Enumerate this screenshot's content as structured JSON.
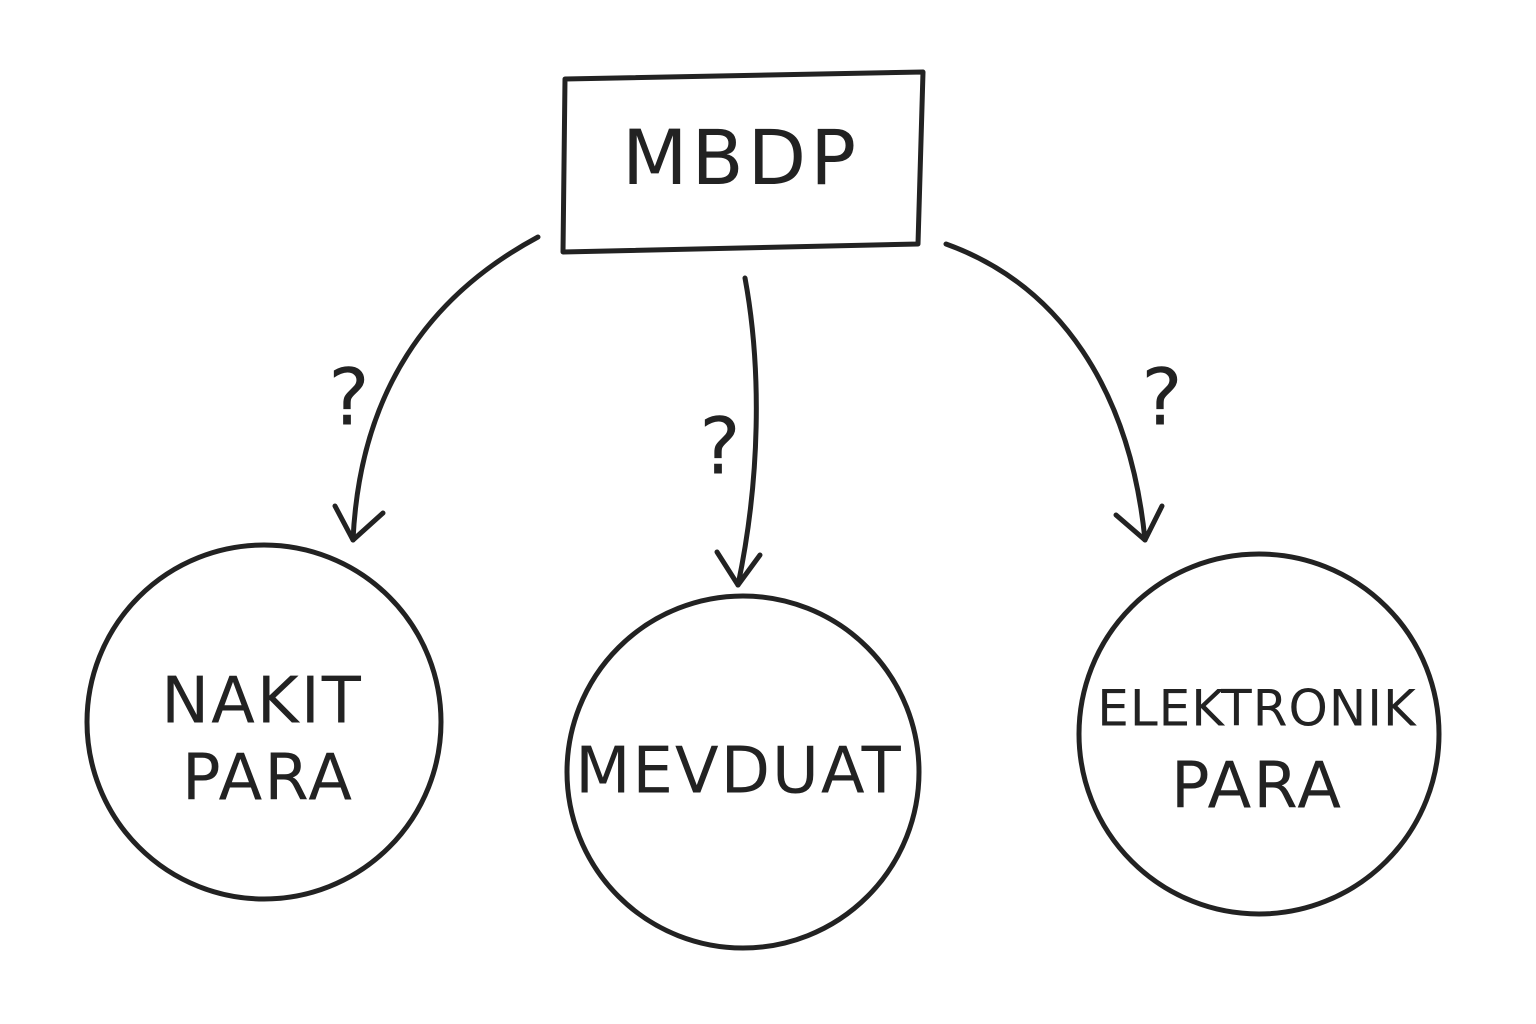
{
  "root": {
    "label": "MBDP"
  },
  "nodes": [
    {
      "id": "nakit-para",
      "lines": [
        "NAKIT",
        "PARA"
      ]
    },
    {
      "id": "mevduat",
      "lines": [
        "MEVDUAT"
      ]
    },
    {
      "id": "elektronik-para",
      "lines": [
        "ELEKTRONIK",
        "PARA"
      ]
    }
  ],
  "edges": [
    {
      "from": "MBDP",
      "to": "nakit-para",
      "label": "?"
    },
    {
      "from": "MBDP",
      "to": "mevduat",
      "label": "?"
    },
    {
      "from": "MBDP",
      "to": "elektronik-para",
      "label": "?"
    }
  ],
  "colors": {
    "ink": "#222222",
    "background": "#ffffff"
  }
}
